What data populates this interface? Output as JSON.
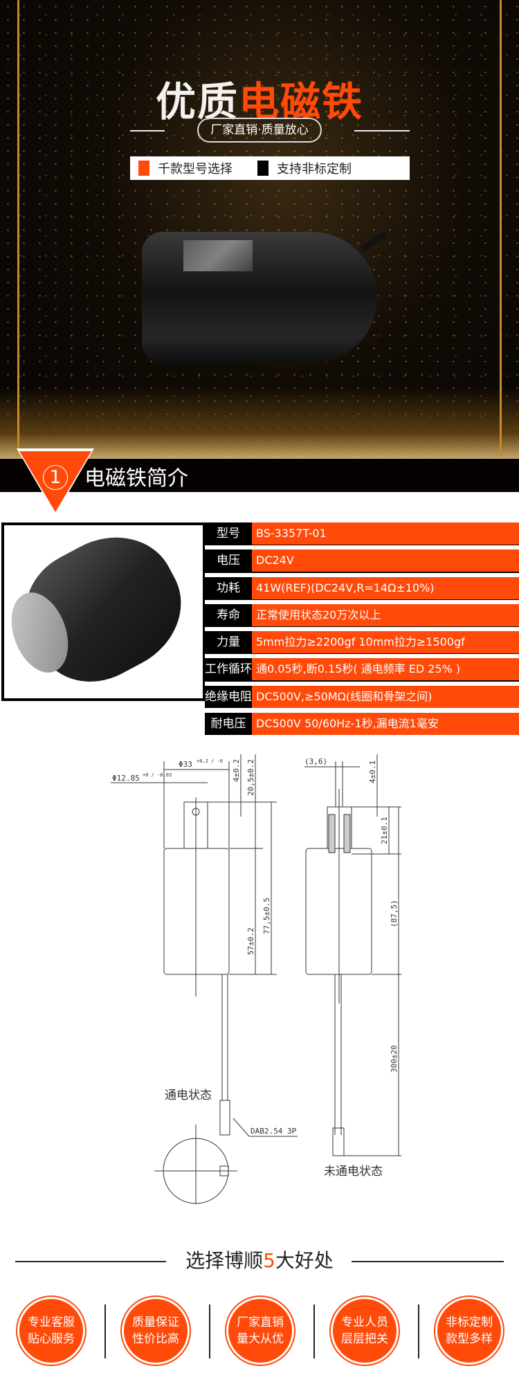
{
  "banner": {
    "title_white": "优质",
    "title_orange": "电磁铁",
    "tagline": "厂家直销·质量放心",
    "features": [
      {
        "label": "千款型号选择",
        "color": "#ff4a0a"
      },
      {
        "label": "支持非标定制",
        "color": "#000000"
      }
    ]
  },
  "section": {
    "number": "1",
    "title": "电磁铁简介"
  },
  "specs": [
    {
      "key": "型号",
      "value": "BS-3357T-01"
    },
    {
      "key": "电压",
      "value": "DC24V"
    },
    {
      "key": "功耗",
      "value": "41W(REF)(DC24V,R=14Ω±10%)"
    },
    {
      "key": "寿命",
      "value": "正常使用状态20万次以上"
    },
    {
      "key": "力量",
      "value": "5mm拉力≥2200gf  10mm拉力≥1500gf"
    },
    {
      "key": "工作循环",
      "value": "通0.05秒,断0.15秒( 通电频率 ED 25% )"
    },
    {
      "key": "绝缘电阻",
      "value": "DC500V,≥50MΩ(线圈和骨架之间)"
    },
    {
      "key": "耐电压",
      "value": "DC500V 50/60Hz-1秒,漏电流1毫安"
    }
  ],
  "drawing": {
    "dims": {
      "d33": "Φ33",
      "d33_tol": "+0.2 / -0",
      "d1285": "Φ12.85",
      "d1285_tol": "+0 / -0.03",
      "h4": "4±0.2",
      "h205": "20,5±0.2",
      "h57": "57±0.2",
      "h775": "77,5±0.5",
      "w36": "(3,6)",
      "r4": "4±0.1",
      "r21": "21±0.1",
      "r875": "(87,5)",
      "r300": "300±20",
      "connector": "DAB2.54 3P"
    },
    "state_on": "通电状态",
    "state_off": "未通电状态"
  },
  "benefits": {
    "title_pre": "选择博顺",
    "title_num": "5",
    "title_post": "大好处",
    "items": [
      {
        "line1": "专业客服",
        "line2": "贴心服务"
      },
      {
        "line1": "质量保证",
        "line2": "性价比高"
      },
      {
        "line1": "厂家直销",
        "line2": "量大从优"
      },
      {
        "line1": "专业人员",
        "line2": "层层把关"
      },
      {
        "line1": "非标定制",
        "line2": "款型多样"
      }
    ]
  },
  "colors": {
    "accent": "#ff4a0a",
    "dark": "#060202",
    "gold": "#c98a2e"
  }
}
